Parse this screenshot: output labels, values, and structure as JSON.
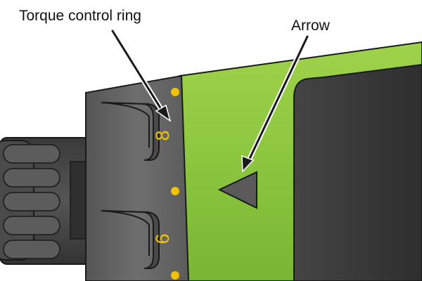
{
  "labels": {
    "torque_ring": "Torque control ring",
    "arrow": "Arrow"
  },
  "dial": {
    "numbers": [
      "8",
      "6"
    ]
  },
  "colors": {
    "body_green": "#8cc63f",
    "body_green_light": "#a6d64a",
    "ring_grey": "#6b6b6b",
    "ring_dark": "#4a4a4a",
    "grip_dark": "#3d3d3d",
    "dot_yellow": "#f2c200",
    "pointer_grey": "#5a5a5a",
    "outline": "#1a1a1a"
  }
}
